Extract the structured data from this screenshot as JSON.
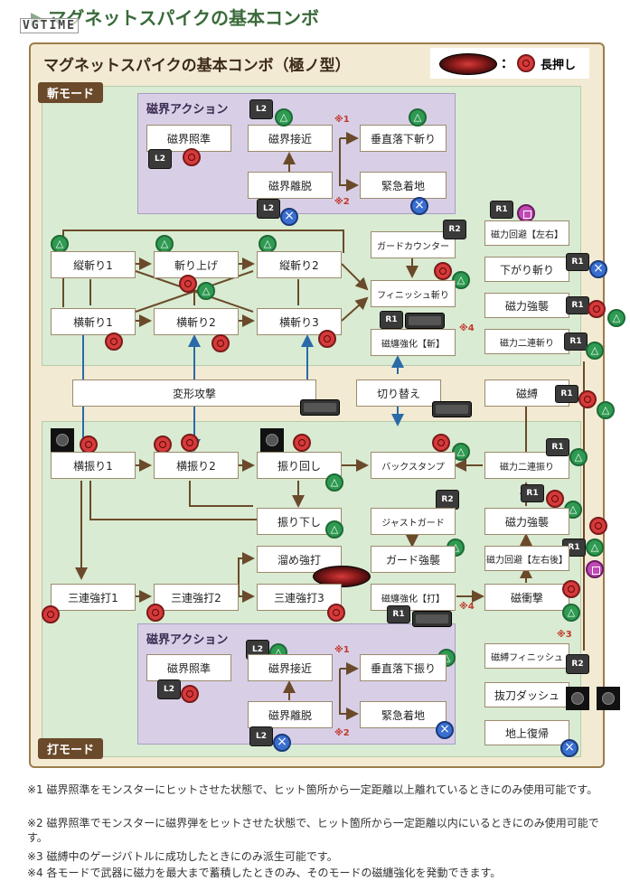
{
  "header": {
    "title": "マグネットスパイクの基本コンボ",
    "logo_text": "VGTIME"
  },
  "diagram": {
    "title": "マグネットスパイクの基本コンボ（極ノ型）",
    "legend": {
      "separator": "：",
      "label": "長押し"
    },
    "slash_mode": {
      "label": "斬モード"
    },
    "impact_mode": {
      "label": "打モード"
    },
    "mag_top": {
      "title": "磁界アクション",
      "aim": "磁界照準",
      "approach": "磁界接近",
      "vertical_drop": "垂直落下斬り",
      "disengage": "磁界離脱",
      "emergency_landing": "緊急着地"
    },
    "mag_bottom": {
      "title": "磁界アクション",
      "aim": "磁界照準",
      "approach": "磁界接近",
      "vertical_drop": "垂直落下振り",
      "disengage": "磁界離脱",
      "emergency_landing": "緊急着地"
    },
    "slash": {
      "vslash1": "縦斬り1",
      "upslash": "斬り上げ",
      "vslash2": "縦斬り2",
      "hslash1": "横斬り1",
      "hslash2": "横斬り2",
      "hslash3": "横斬り3",
      "guard_counter": "ガードカウンター",
      "finish": "フィニッシュ斬り",
      "burst": "磁纏強化【斬】",
      "evade": "磁力回避【左右】",
      "retreat": "下がり斬り",
      "assault": "磁力強襲",
      "double": "磁力二連斬り"
    },
    "middle": {
      "morph": "変形攻撃",
      "switch": "切り替え",
      "bind": "磁縛"
    },
    "impact": {
      "hswing1": "横振り1",
      "hswing2": "横振り2",
      "spin": "振り回し",
      "backstamp": "バックスタンプ",
      "double_swing": "磁力二連振り",
      "downswing": "振り下し",
      "just_guard": "ジャストガード",
      "assault": "磁力強襲",
      "charge": "溜め強打",
      "guard_assault": "ガード強襲",
      "evade": "磁力回避【左右後】",
      "triple1": "三連強打1",
      "triple2": "三連強打2",
      "triple3": "三連強打3",
      "burst": "磁纏強化【打】",
      "impact": "磁衝撃",
      "bind_finish": "磁縛フィニッシュ",
      "sheathe_dash": "抜刀ダッシュ",
      "recover": "地上復帰"
    },
    "marks": {
      "n1": "※1",
      "n2": "※2",
      "n3": "※3",
      "n4": "※4"
    },
    "keys": {
      "l2": "L2",
      "r1": "R1",
      "r2": "R2"
    }
  },
  "footnotes": [
    "※1 磁界照準をモンスターにヒットさせた状態で、ヒット箇所から一定距離以上離れているときにのみ使用可能です。",
    "※2 磁界照準でモンスターに磁界弾をヒットさせた状態で、ヒット箇所から一定距離以内にいるときにのみ使用可能です。",
    "※3 磁縛中のゲージバトルに成功したときにのみ派生可能です。",
    "※4 各モードで武器に磁力を最大まで蓄積したときのみ、そのモードの磁纏強化を発動できます。"
  ],
  "colors": {
    "frame": "#f3ead3",
    "slash_region": "#d9ebd2",
    "mag_region": "#d8cfe6",
    "arrow": "#6a4a2a",
    "blue_arrow": "#2a6aa8"
  },
  "icons": [
    "triangle-button-icon",
    "circle-button-icon",
    "cross-button-icon",
    "square-button-icon",
    "l2-key-icon",
    "r1-key-icon",
    "r2-key-icon",
    "touchpad-icon",
    "stick-icon"
  ]
}
